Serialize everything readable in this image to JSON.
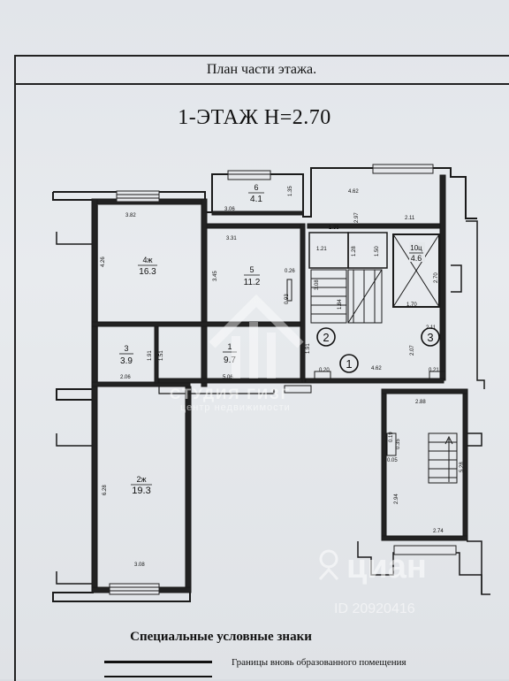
{
  "header": {
    "title": "План части этажа."
  },
  "floor": {
    "title": "1-ЭТАЖ  Н=2.70"
  },
  "rooms": [
    {
      "num": "4ж",
      "area": "16.3"
    },
    {
      "num": "5",
      "area": "11.2"
    },
    {
      "num": "6",
      "area": "4.1"
    },
    {
      "num": "3",
      "area": "3.9"
    },
    {
      "num": "1",
      "area": "9.7"
    },
    {
      "num": "2ж",
      "area": "19.3"
    },
    {
      "num": "10ц",
      "area": "4.6"
    }
  ],
  "markers": [
    "1",
    "2",
    "3"
  ],
  "dimensions": [
    "3.82",
    "4.26",
    "3.45",
    "3.31",
    "3.06",
    "1.35",
    "4.62",
    "2.97",
    "2.11",
    "1.35",
    "1.21",
    "1.28",
    "1.50",
    "2.70",
    "1.70",
    "2.11",
    "3.08",
    "0.93",
    "0.26",
    "2.06",
    "1.91",
    "5.06",
    "1.91",
    "0.20",
    "4.62",
    "0.21",
    "2.07",
    "2.88",
    "0.19",
    "0.35",
    "0.05",
    "2.94",
    "2.74",
    "6.28",
    "3.08",
    "1.84",
    "5.28",
    "1.51"
  ],
  "legend": {
    "title": "Специальные условные знаки",
    "item1": "Границы вновь образованного помещения"
  },
  "watermarks": {
    "agency_name": "СТУДИЯ ГИЗГ",
    "agency_sub": "центр недвижимости",
    "brand": "циан",
    "id": "ID 20920416"
  }
}
